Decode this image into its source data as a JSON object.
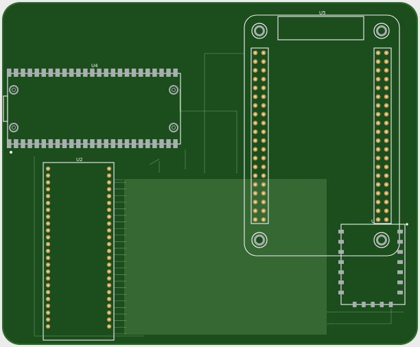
{
  "board": {
    "colors": {
      "board": "#1c4d1c",
      "edge": "#2e6b2a",
      "silk": "#f2f2f2",
      "pad_gray": "#a9aeb0",
      "pad_gold": "#c9a35b",
      "zone": "#3c6e3a"
    }
  },
  "components": {
    "u4": {
      "designator": "U4",
      "package": "wide-soic-edge-pads-with-mounting-holes"
    },
    "u2": {
      "designator": "U2",
      "package": "dip-through-hole"
    },
    "u5": {
      "designator": "U5",
      "package": "2x20-header-module-with-mounting-holes"
    },
    "u1": {
      "designator": "U",
      "package": "qfn-smd"
    }
  }
}
